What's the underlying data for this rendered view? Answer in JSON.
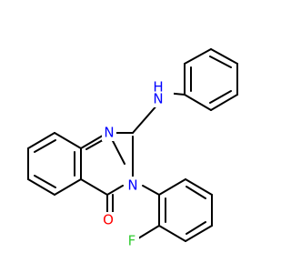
{
  "molecule": {
    "atoms": [
      {
        "id": "nh",
        "label": "H",
        "secondary_label": "N",
        "color": "#0000ff"
      },
      {
        "id": "n1",
        "label": "N",
        "color": "#0000ff"
      },
      {
        "id": "n3",
        "label": "N",
        "color": "#0000ff"
      },
      {
        "id": "o",
        "label": "O",
        "color": "#ff0000"
      },
      {
        "id": "f",
        "label": "F",
        "color": "#33cc33"
      }
    ]
  }
}
